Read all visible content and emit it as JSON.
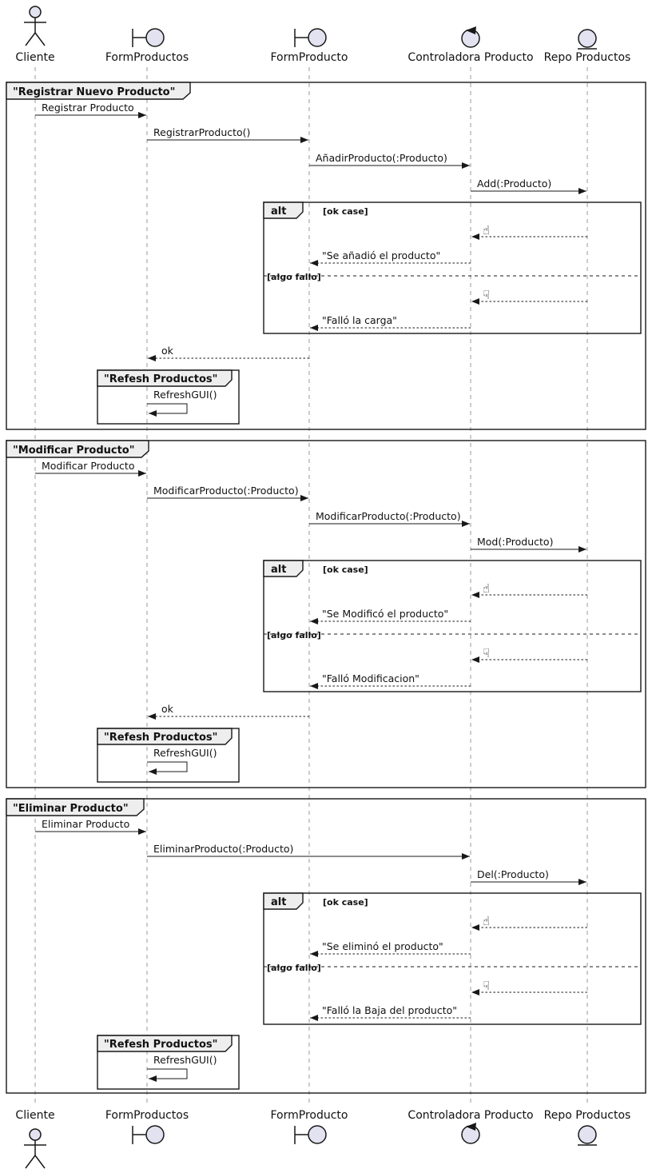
{
  "participants": [
    {
      "name": "Cliente",
      "type": "actor"
    },
    {
      "name": "FormProductos",
      "type": "boundary"
    },
    {
      "name": "FormProducto",
      "type": "boundary"
    },
    {
      "name": "Controladora Producto",
      "type": "control"
    },
    {
      "name": "Repo Productos",
      "type": "entity"
    }
  ],
  "icons": {
    "thumbs_up": "☝",
    "thumbs_down": "☟"
  },
  "colors": {
    "stroke": "#181818",
    "lifeline": "#999999",
    "frame_tab_bg": "#EEEEEE",
    "participant_fill": "#E2E2F0"
  },
  "frames": [
    {
      "title": "\"Registrar Nuevo Producto\"",
      "msgs": {
        "m1": "Registrar Producto",
        "m2": "RegistrarProducto()",
        "m3": "AñadirProducto(:Producto)",
        "m4": "Add(:Producto)"
      },
      "alt": {
        "keyword": "alt",
        "guard_ok": "[ok case]",
        "ok_text": "\"Se añadió el producto\"",
        "guard_fail": "[algo fallo]",
        "fail_text": "\"Falló la carga\""
      },
      "ret": "ok",
      "refresh": {
        "title": "\"Refesh Productos\"",
        "msg": "RefreshGUI()"
      }
    },
    {
      "title": "\"Modificar Producto\"",
      "msgs": {
        "m1": "Modificar Producto",
        "m2": "ModificarProducto(:Producto)",
        "m3": "ModificarProducto(:Producto)",
        "m4": "Mod(:Producto)"
      },
      "alt": {
        "keyword": "alt",
        "guard_ok": "[ok case]",
        "ok_text": "\"Se Modificó el producto\"",
        "guard_fail": "[algo fallo]",
        "fail_text": "\"Falló Modificacion\""
      },
      "ret": "ok",
      "refresh": {
        "title": "\"Refesh Productos\"",
        "msg": "RefreshGUI()"
      }
    },
    {
      "title": "\"Eliminar Producto\"",
      "msgs": {
        "m1": "Eliminar Producto",
        "m2": "EliminarProducto(:Producto)",
        "m3": "Del(:Producto)"
      },
      "alt": {
        "keyword": "alt",
        "guard_ok": "[ok case]",
        "ok_text": "\"Se eliminó el producto\"",
        "guard_fail": "[algo fallo]",
        "fail_text": "\"Falló la Baja del producto\""
      },
      "refresh": {
        "title": "\"Refesh Productos\"",
        "msg": "RefreshGUI()"
      }
    }
  ]
}
